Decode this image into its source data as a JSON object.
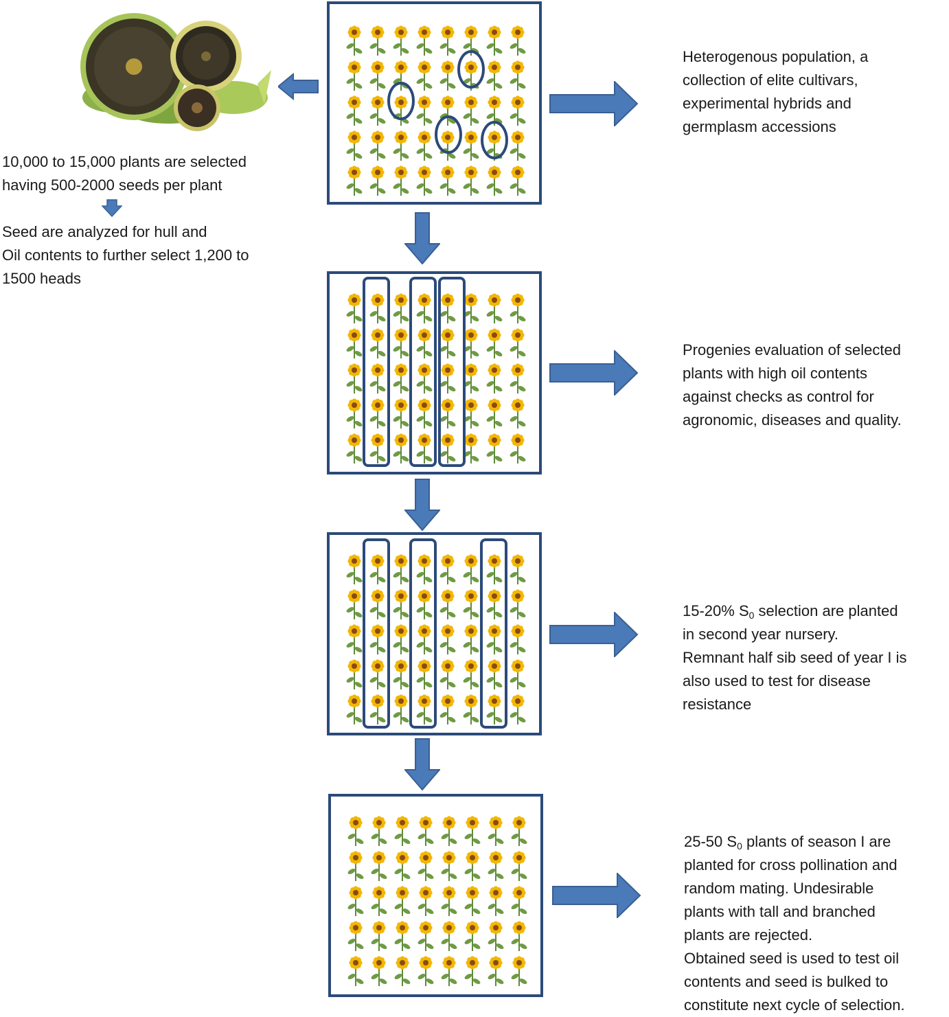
{
  "photo": {
    "icon": "sunflower-heads-photo"
  },
  "left_notes": {
    "selection_line1": " 10,000 to 15,000 plants are selected",
    "selection_line2": "having 500-2000 seeds per plant",
    "analysis_line1": "Seed are analyzed  for hull and",
    "analysis_line2": "Oil contents to further select 1,200 to",
    "analysis_line3": "1500 heads"
  },
  "steps": [
    {
      "lines": [
        "Heterogenous population,  a",
        "collection of elite cultivars,",
        "experimental hybrids and",
        "germplasm accessions"
      ]
    },
    {
      "lines": [
        "Progenies evaluation of selected",
        "plants with high oil  contents",
        "against checks as control for",
        "agronomic, diseases and quality."
      ]
    },
    {
      "line1_pre": "15-20% S",
      "line1_sub": "0",
      "line1_post": " selection are planted",
      "lines": [
        "in second year nursery.",
        "Remnant half sib seed  of year I is",
        "also used to test for disease",
        "resistance"
      ]
    },
    {
      "line1_pre": "25-50 S",
      "line1_sub": "0",
      "line1_post": " plants of season I   are",
      "lines": [
        "planted for cross pollination  and",
        "random mating.  Undesirable",
        "plants with tall and branched",
        "plants are rejected.",
        "Obtained seed is used to test oil",
        "contents and seed is bulked to",
        "constitute next cycle of selection."
      ]
    }
  ],
  "colors": {
    "frame": "#2c4a7a",
    "arrow": "#4a7ab8",
    "arrow_stroke": "#3a5f93",
    "petal": "#f2b705",
    "center": "#8a4b12",
    "stem": "#5f8a3a",
    "leaf": "#6f9a44"
  }
}
